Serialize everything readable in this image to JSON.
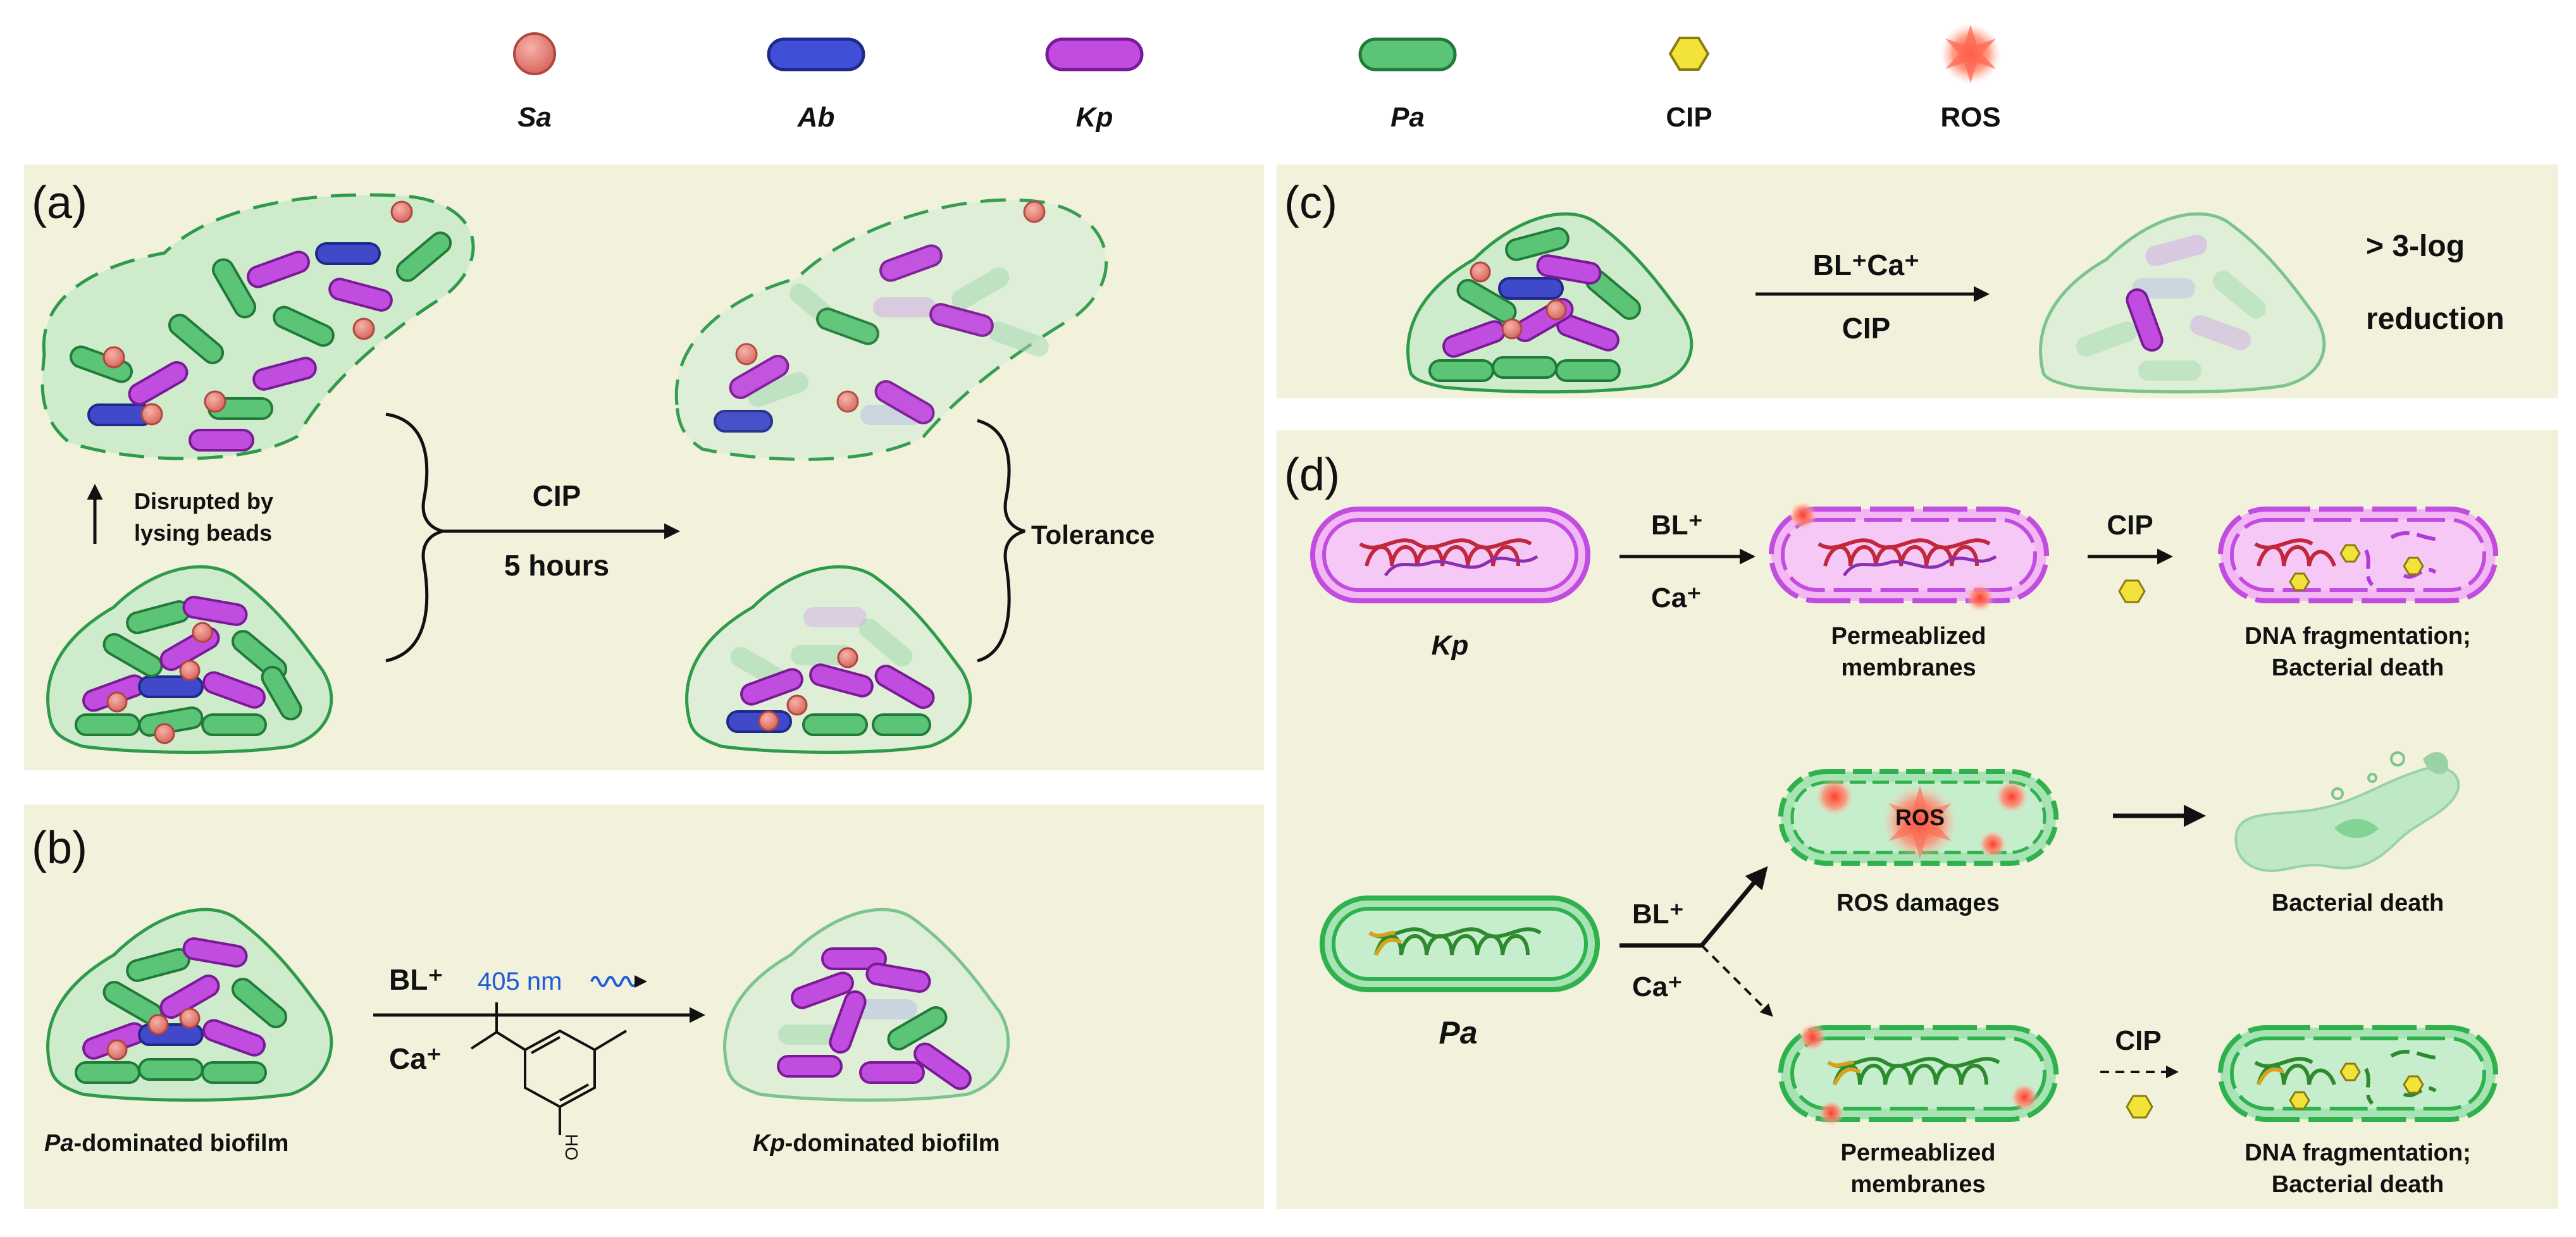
{
  "legend": [
    {
      "label": "Sa",
      "icon": "sphere-coccus-icon",
      "color": "#e07a72",
      "italic": true
    },
    {
      "label": "Ab",
      "icon": "rod-bacterium-icon",
      "color": "#3a45c8",
      "italic": true
    },
    {
      "label": "Kp",
      "icon": "rod-bacterium-icon",
      "color": "#b23ad6",
      "italic": true
    },
    {
      "label": "Pa",
      "icon": "rod-bacterium-icon",
      "color": "#3fb35c",
      "italic": true
    },
    {
      "label": "CIP",
      "icon": "hexagon-icon",
      "color": "#f2e23a",
      "italic": false
    },
    {
      "label": "ROS",
      "icon": "starburst-icon",
      "color": "#f25a4a",
      "italic": false
    }
  ],
  "panels": {
    "a": {
      "letter": "(a)",
      "disrupted_line1": "Disrupted by",
      "disrupted_line2": "lysing beads",
      "arrow_top": "CIP",
      "arrow_bottom": "5 hours",
      "tolerance": "Tolerance"
    },
    "b": {
      "letter": "(b)",
      "arrow_top": "BL⁺",
      "wavelength": "405 nm",
      "arrow_bottom": "Ca⁺",
      "left_caption_italic": "Pa",
      "left_caption_rest": "-dominated biofilm",
      "right_caption_italic": "Kp",
      "right_caption_rest": "-dominated biofilm",
      "molecule_group": "OH"
    },
    "c": {
      "letter": "(c)",
      "arrow_top": "BL⁺Ca⁺",
      "arrow_bottom": "CIP",
      "result_line1": "> 3-log",
      "result_line2": "reduction"
    },
    "d": {
      "letter": "(d)",
      "kp_label": "Kp",
      "kp_arrow1_top": "BL⁺",
      "kp_arrow1_bottom": "Ca⁺",
      "kp_mid_line1": "Permeablized",
      "kp_mid_line2": "membranes",
      "kp_arrow2_top": "CIP",
      "kp_end_line1": "DNA fragmentation;",
      "kp_end_line2": "Bacterial death",
      "pa_label": "Pa",
      "pa_arrow_top": "BL⁺",
      "pa_arrow_bottom": "Ca⁺",
      "ros_cell_text": "ROS",
      "ros_caption": "ROS damages",
      "ros_end": "Bacterial death",
      "pa_mid_line1": "Permeablized",
      "pa_mid_line2": "membranes",
      "pa_arrow2_top": "CIP",
      "pa_end_line1": "DNA fragmentation;",
      "pa_end_line2": "Bacterial death"
    }
  }
}
